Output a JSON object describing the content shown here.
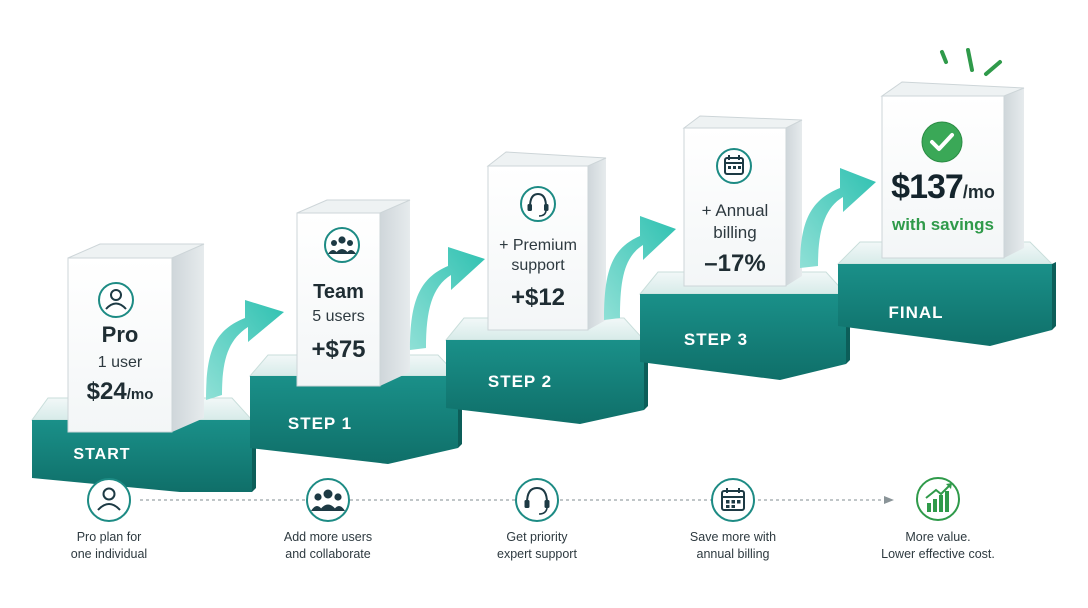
{
  "steps": [
    {
      "stage_label": "START",
      "name": "Pro",
      "sub": "1 user",
      "price": "$24",
      "price_suffix": "/mo",
      "icon": "user-icon",
      "caption": [
        "Pro plan for",
        "one individual"
      ]
    },
    {
      "stage_label": "STEP 1",
      "name": "Team",
      "sub": "5 users",
      "price": "+$75",
      "price_suffix": "",
      "icon": "team-icon",
      "caption": [
        "Add more users",
        "and collaborate"
      ]
    },
    {
      "stage_label": "STEP 2",
      "name": "+ Premium",
      "sub": "support",
      "price": "+$12",
      "price_suffix": "",
      "icon": "headset-icon",
      "caption": [
        "Get priority",
        "expert support"
      ]
    },
    {
      "stage_label": "STEP 3",
      "name": "+ Annual",
      "sub": "billing",
      "price": "–17%",
      "price_suffix": "",
      "icon": "calendar-icon",
      "caption": [
        "Save more with",
        "annual billing"
      ]
    },
    {
      "stage_label": "FINAL",
      "name": "",
      "sub": "with savings",
      "price": "$137",
      "price_suffix": "/mo",
      "icon": "check-circle-icon",
      "caption": [
        "More value.",
        "Lower effective cost."
      ],
      "caption_icon": "growth-chart-icon"
    }
  ],
  "colors": {
    "teal_dark": "#14857e",
    "teal_top": "#dff1ef",
    "arrow": "#3cc6b8",
    "green": "#2f9a4a",
    "card_front": "#ffffff",
    "card_side": "#d9dfe2"
  }
}
